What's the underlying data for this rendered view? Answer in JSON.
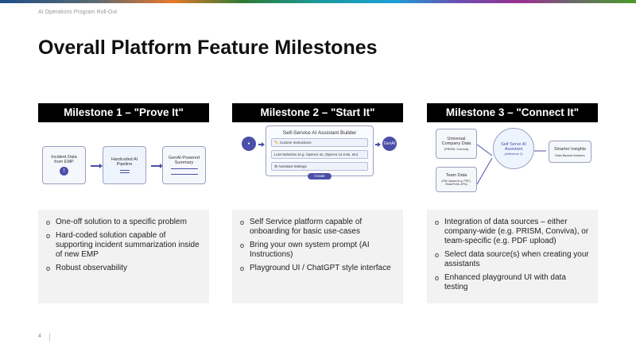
{
  "header": {
    "subtitle": "AI Operations Program Roll-Out",
    "title": "Overall Platform Feature Milestones"
  },
  "brand_gradient": [
    "#1d4f8a",
    "#e8782a",
    "#2f7a34",
    "#1aa0d8",
    "#9a2f90",
    "#4a9a2a"
  ],
  "milestones": [
    {
      "title": "Milestone 1 – \"Prove It\"",
      "diagram": {
        "box1": "Incident Data from EMP",
        "box1_icon": "!",
        "box2": "Hardcoded AI Pipeline",
        "box3": "GenAI-Powered Summary"
      },
      "bullets": [
        "One-off solution to a specific problem",
        "Hard-coded solution capable of supporting incident summarization inside of new EMP",
        "Robust observability"
      ]
    },
    {
      "title": "Milestone 2 – \"Start It\"",
      "diagram": {
        "builder_title": "Self-Service AI Assistant Builder",
        "row1": "✏️ Custom Instructions",
        "row2": "LLM Selection (e.g. OpenAI 4o, OpenAI o1-mini, etc)",
        "row3": "⚙ Assistant Settings",
        "create": "Create",
        "genai": "GenAI"
      },
      "bullets": [
        "Self Service platform capable of onboarding for basic use-cases",
        "Bring your own system prompt (AI Instructions)",
        "Playground UI / ChatGPT style interface"
      ]
    },
    {
      "title": "Milestone 3 – \"Connect It\"",
      "diagram": {
        "ucd_title": "Universal Company Data",
        "ucd_sub": "(PRISM, Conviva)",
        "team_title": "Team Data",
        "team_sub": "(File Upload (e.g. PDF), SharePoint, APIs)",
        "center": "Self Serve AI Assistant",
        "center_sub": "(milestone 2)",
        "out_title": "Smarter Insights",
        "out_sub": "Data-Backed Answers"
      },
      "bullets": [
        "Integration of data sources – either company-wide (e.g. PRISM, Conviva), or team-specific (e.g. PDF upload)",
        "Select data source(s) when creating your assistants",
        "Enhanced playground UI with data testing"
      ]
    }
  ],
  "footer": {
    "page": "4"
  }
}
